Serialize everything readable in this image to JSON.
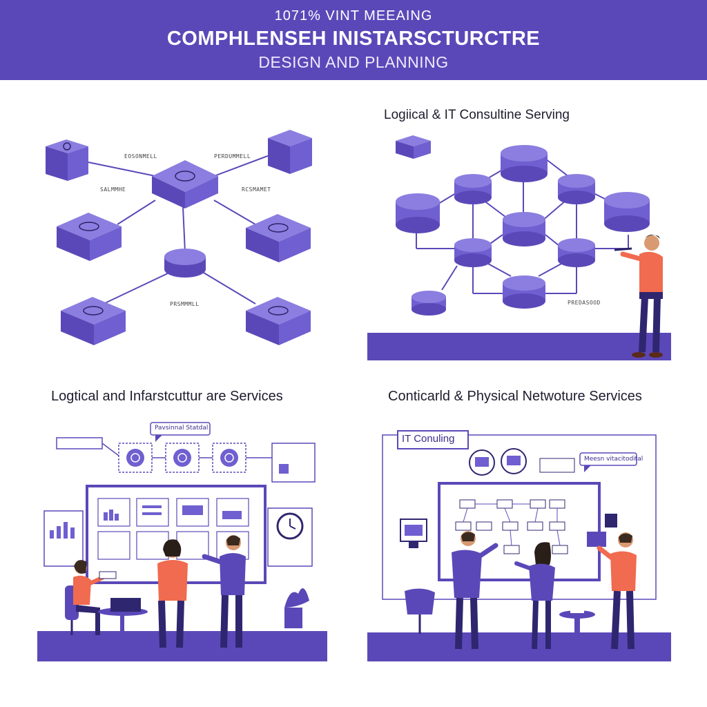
{
  "header": {
    "supertitle": "1071% VINT MEEAING",
    "title": "COMPHLENSEH INISTARSCTURCTRE",
    "subtitle": "DESIGN AND PLANNING"
  },
  "panels": {
    "network": {
      "labels": [
        "EOSONMELL",
        "PERDUMMELL",
        "SALMMHE",
        "RCSMAMET",
        "PRSMMMLL"
      ]
    },
    "consulting": {
      "title": "Logiical & IT Consultine Serving",
      "label": "PREDASOOD"
    },
    "logical": {
      "title": "Logtical and Infarstcuttur are Services",
      "bubble": "Pavsinnal Statdal"
    },
    "physical": {
      "title": "Conticarld & Physical Netwoture Services",
      "board_title": "IT Conuling",
      "bubble": "Meesn vitacitodital"
    }
  },
  "colors": {
    "accent": "#5b48b8",
    "device": "#6f5fd0",
    "shirt_orange": "#f06b4f",
    "skin": "#d99a72"
  }
}
